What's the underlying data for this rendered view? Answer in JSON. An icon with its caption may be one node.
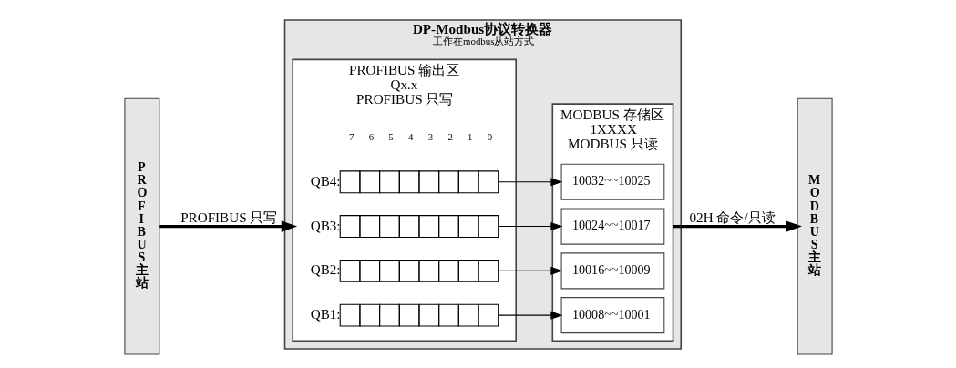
{
  "diagram": {
    "nodes": [
      {
        "text": [
          "PROFIBUS主站"
        ]
      },
      {
        "text": [
          "DP-Modbus协议转换器",
          "工作在modbus从站方式"
        ]
      },
      {
        "text": [
          "PROFIBUS 输出区",
          "Qx.x",
          "PROFIBUS 只写"
        ],
        "in": 1
      },
      {
        "text": [],
        "shape": "bar",
        "beside": [
          "QB1:"
        ],
        "in": 2
      },
      {
        "text": [],
        "shape": "bar",
        "beside": [
          "QB2:"
        ],
        "in": 2
      },
      {
        "text": [],
        "shape": "bar",
        "beside": [
          "QB3:"
        ],
        "in": 2
      },
      {
        "text": [],
        "shape": "bar",
        "beside": [
          "QB4:"
        ],
        "in": 2
      },
      {
        "text": [
          "MODBUS 存储区",
          "1XXXX",
          "MODBUS 只读"
        ],
        "in": 1
      },
      {
        "text": [
          "10008~~10001"
        ],
        "in": 7
      },
      {
        "text": [
          "10016~~10009"
        ],
        "in": 7
      },
      {
        "text": [
          "10024~~10017"
        ],
        "in": 7
      },
      {
        "text": [
          "10032~~10025"
        ],
        "in": 7
      },
      {
        "text": [
          "MODBUS主站"
        ]
      }
    ],
    "edges": [
      {
        "from": 0,
        "to": 2,
        "arrow": "to",
        "label": "PROFIBUS 只写",
        "style": "thick"
      },
      {
        "from": 3,
        "to": 8,
        "arrow": "to"
      },
      {
        "from": 4,
        "to": 9,
        "arrow": "to"
      },
      {
        "from": 5,
        "to": 10,
        "arrow": "to"
      },
      {
        "from": 6,
        "to": 11,
        "arrow": "to"
      },
      {
        "from": 7,
        "to": 12,
        "arrow": "to",
        "label": "02H 命令/只读",
        "style": "thick"
      }
    ],
    "labels": [
      "7",
      "6",
      "5",
      "4",
      "3",
      "2",
      "1",
      "0"
    ]
  }
}
